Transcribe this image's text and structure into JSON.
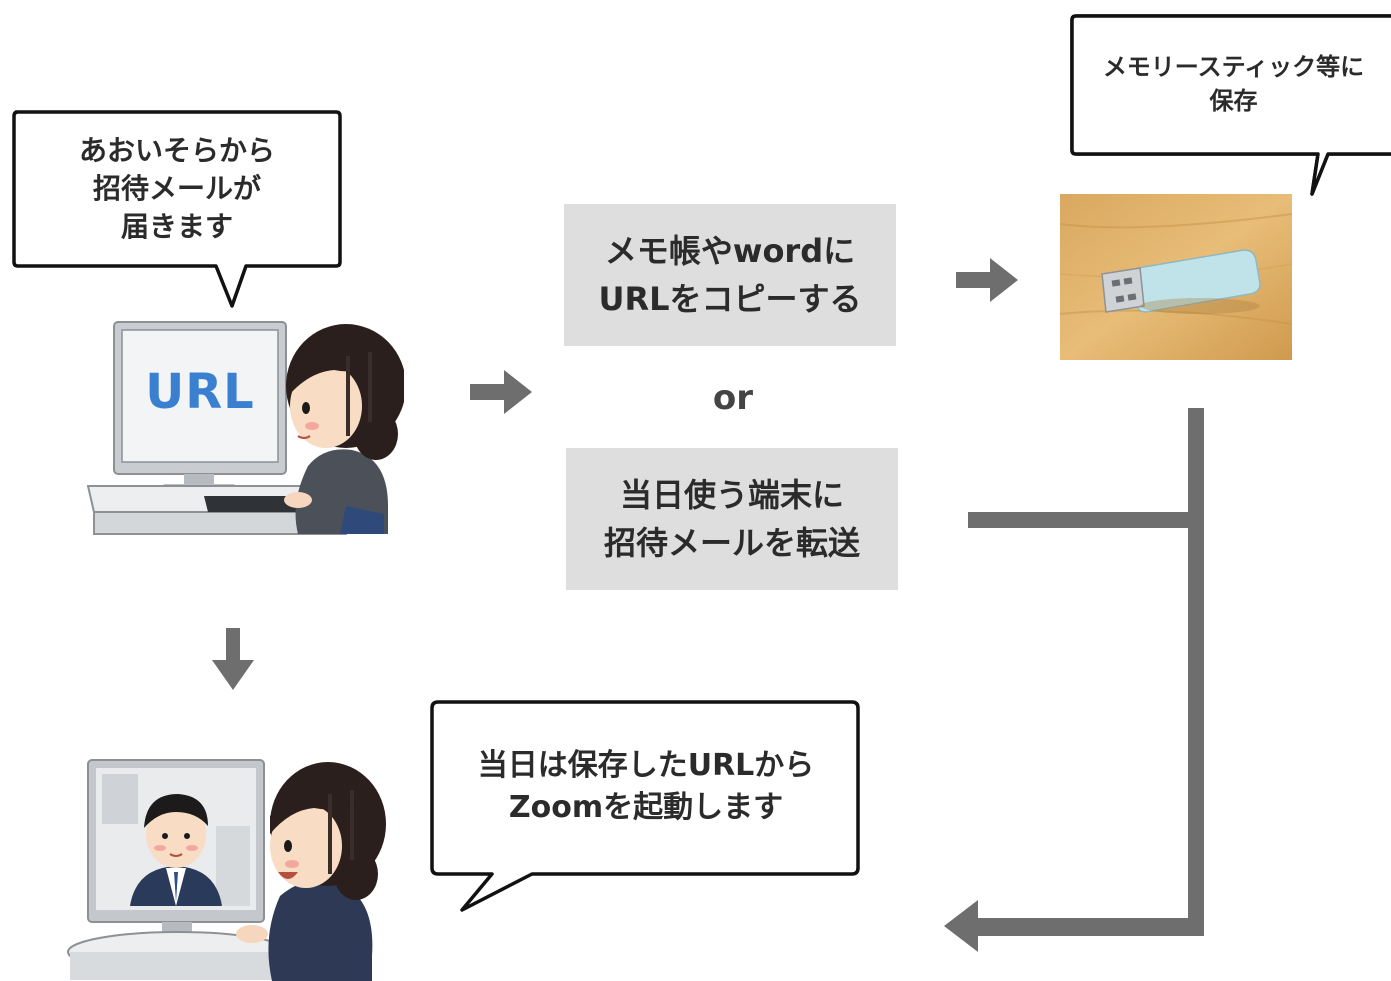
{
  "colors": {
    "arrow": "#6e6e6e",
    "box_bg": "#dedede",
    "url_text": "#3a7fd0",
    "bubble_border": "#111111"
  },
  "bubbles": {
    "invite": {
      "lines": [
        "あおいそらから",
        "招待メールが",
        "届きます"
      ]
    },
    "memory": {
      "lines": [
        "メモリースティック等に",
        "保存"
      ]
    },
    "zoom": {
      "lines": [
        "当日は保存したURLから",
        "Zoomを起動します"
      ]
    }
  },
  "options": {
    "notepad": {
      "lines": [
        "メモ帳やwordに",
        "URLをコピーする"
      ]
    },
    "or_label": "or",
    "forward": {
      "lines": [
        "当日使う端末に",
        "招待メールを転送"
      ]
    }
  },
  "monitor": {
    "screen_text": "URL"
  },
  "icons": {
    "arrow_right": "arrow-right-icon",
    "arrow_down": "arrow-down-icon",
    "arrow_left": "arrow-left-icon",
    "usb": "usb-stick-photo",
    "woman": "woman-illustration",
    "man": "man-illustration"
  }
}
